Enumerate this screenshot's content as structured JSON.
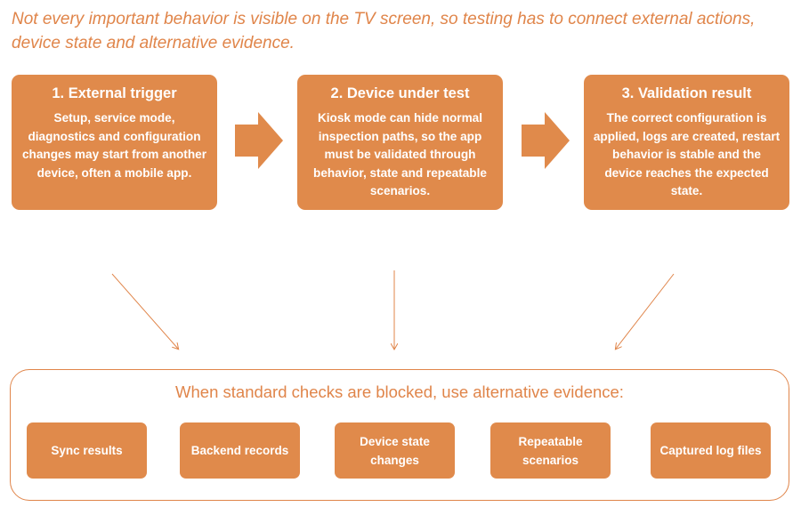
{
  "headline": "Not every important behavior is visible on the TV screen, so testing has to connect external actions, device state and alternative evidence.",
  "steps": [
    {
      "title": "1. External trigger",
      "body": "Setup, service mode, diagnostics and configuration changes may start from another device, often a mobile app."
    },
    {
      "title": "2. Device under test",
      "body": "Kiosk mode can hide normal inspection paths, so the app must be validated through behavior, state and repeatable scenarios."
    },
    {
      "title": "3. Validation result",
      "body": "The correct configuration is applied, logs are created, restart behavior is stable and the device reaches the expected state."
    }
  ],
  "evidence": {
    "heading": "When standard checks are blocked, use alternative evidence:",
    "items": [
      "Sync results",
      "Backend records",
      "Device state changes",
      "Repeatable scenarios",
      "Captured log files"
    ]
  },
  "colors": {
    "accent": "#E08A4B",
    "text_accent": "#E0854A",
    "box_text": "#FFFFFF"
  },
  "icons": {
    "flow_arrow": "right-arrow-icon"
  }
}
